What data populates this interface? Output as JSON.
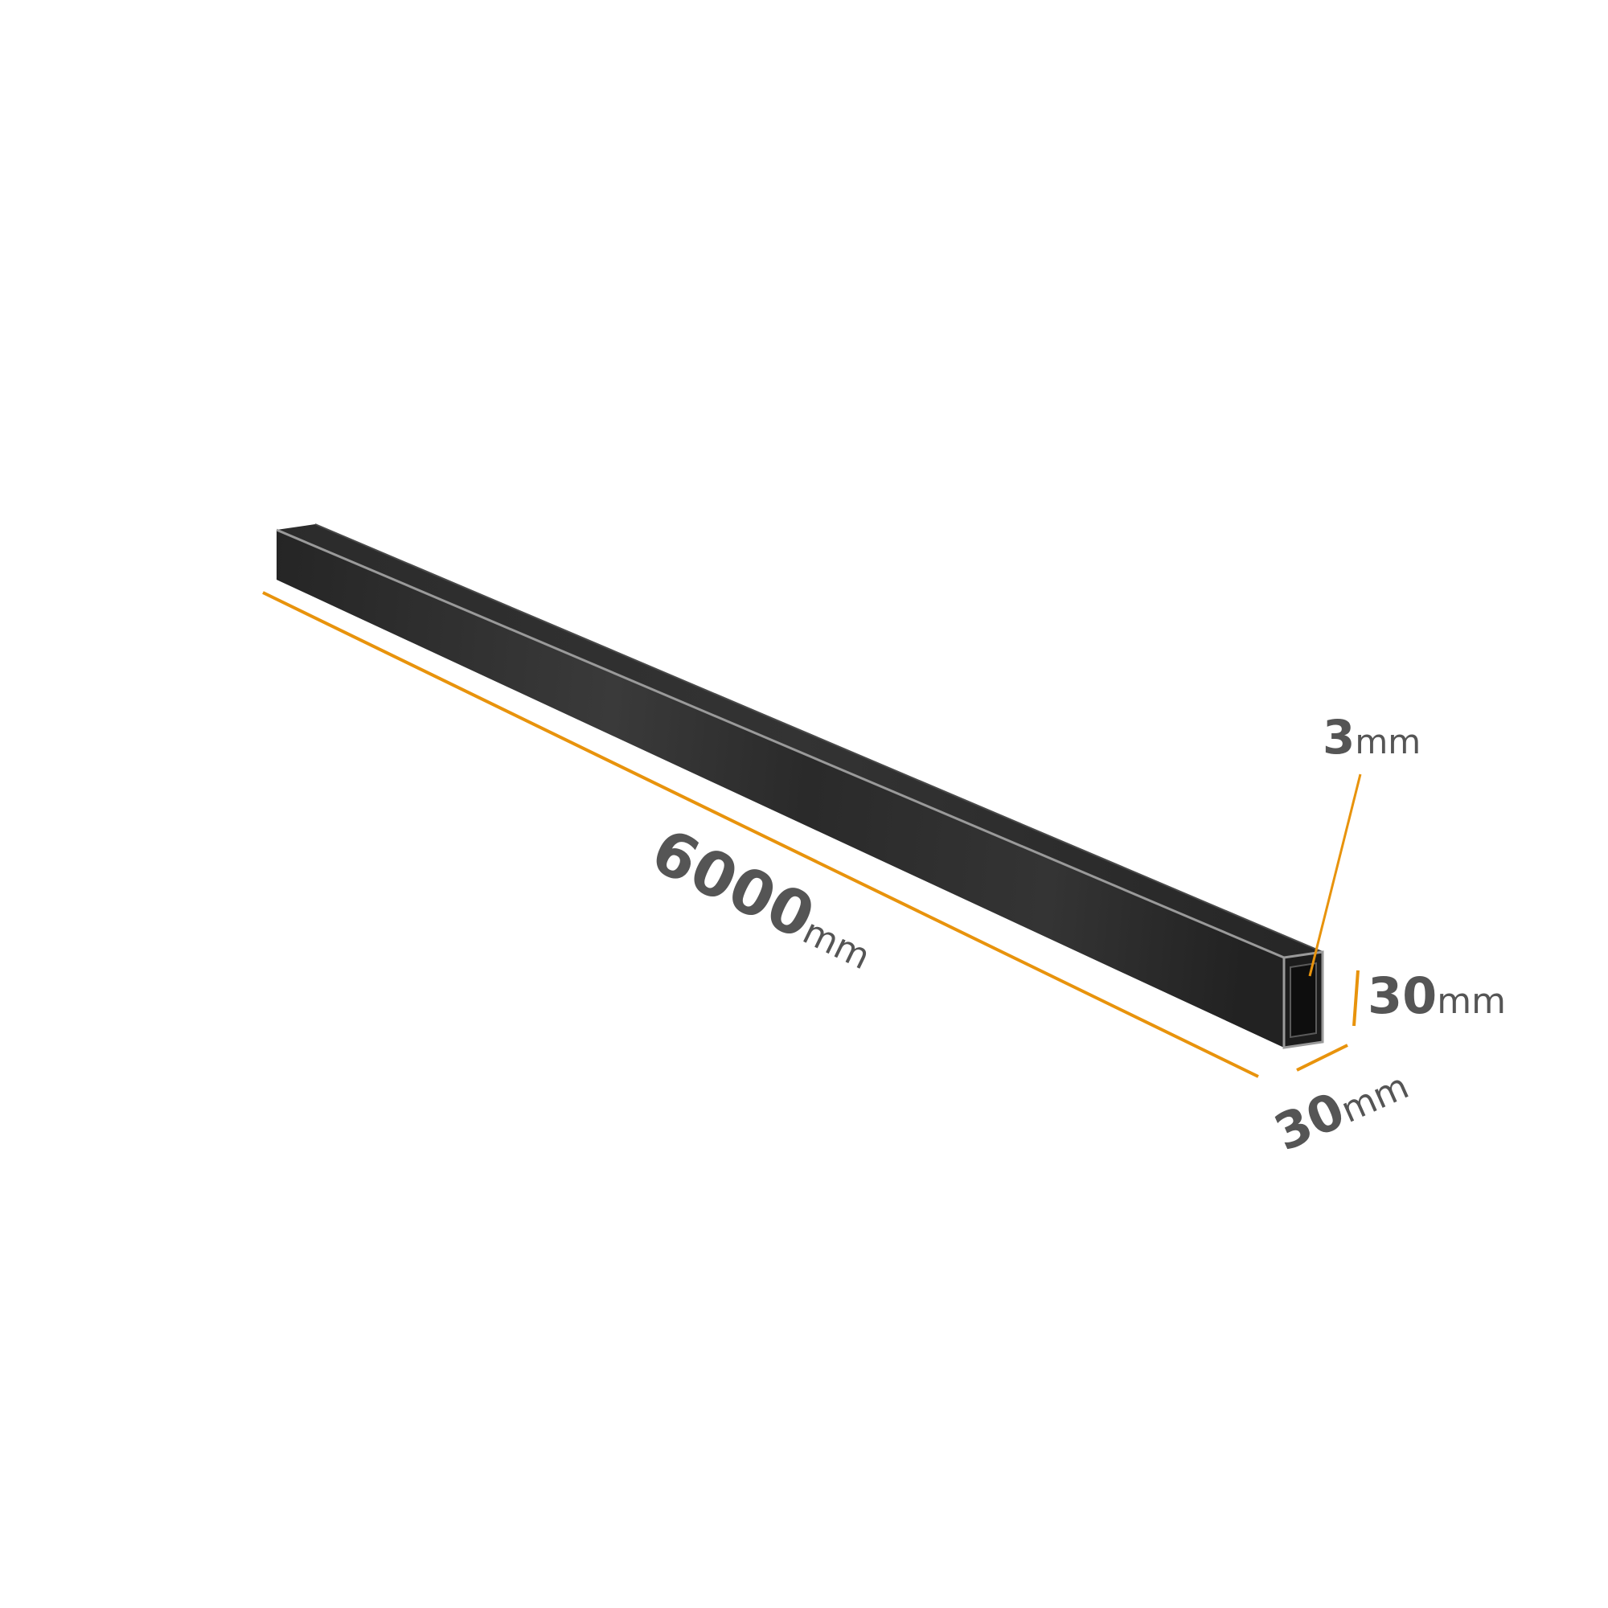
{
  "colors": {
    "background": "#ffffff",
    "dimension_line": "#e8930c",
    "label_text": "#555555",
    "tube_dark": "#1f1f1f",
    "tube_mid": "#2e2e2e",
    "tube_edge": "#8a8a8a"
  },
  "product": {
    "shape": "square hollow section",
    "dimensions": {
      "length": {
        "value": "6000",
        "unit": "mm"
      },
      "height": {
        "value": "30",
        "unit": "mm"
      },
      "width": {
        "value": "30",
        "unit": "mm"
      },
      "wall_thickness": {
        "value": "3",
        "unit": "mm"
      }
    }
  }
}
